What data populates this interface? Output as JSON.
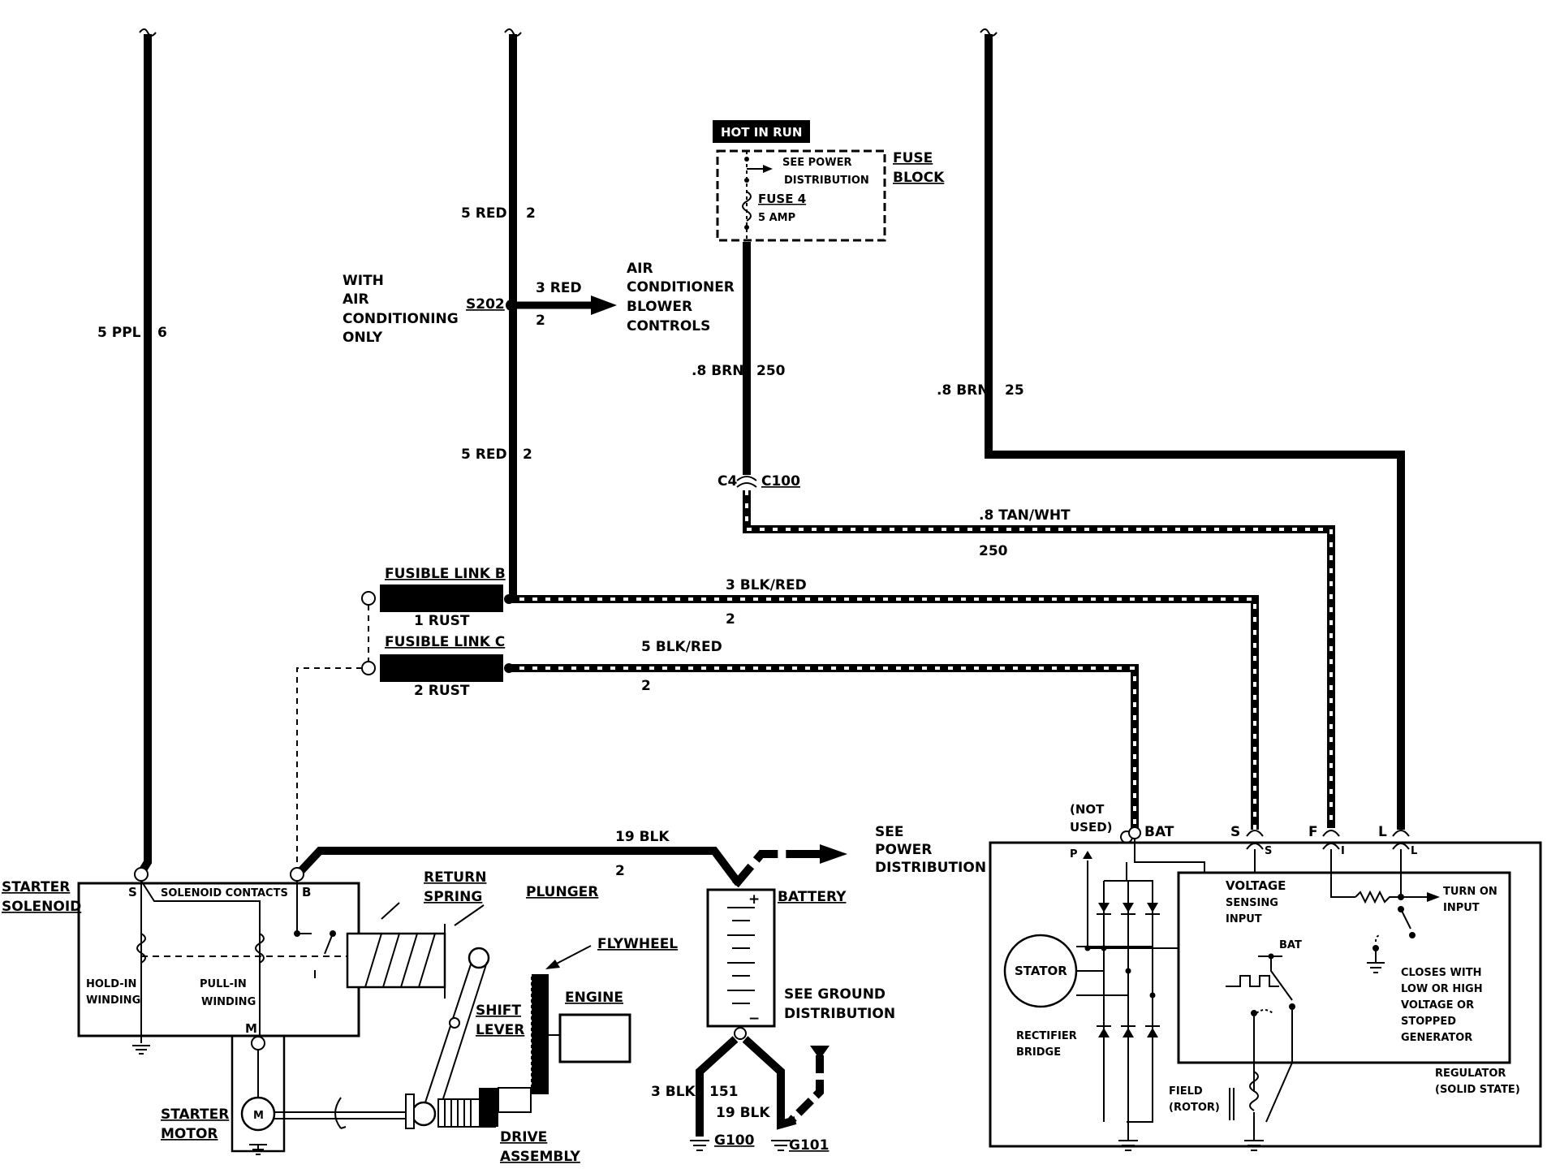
{
  "hot_in_run": "HOT IN RUN",
  "fuse_block": {
    "title_line1": "FUSE",
    "title_line2": "BLOCK",
    "see_power_line1": "SEE POWER",
    "see_power_line2": "DISTRIBUTION",
    "fuse_name": "FUSE 4",
    "fuse_rating": "5 AMP"
  },
  "wires": {
    "ppl": {
      "size": "5 PPL",
      "circuit": "6"
    },
    "red_top": {
      "size": "5 RED",
      "circuit": "2"
    },
    "red_bottom": {
      "size": "5 RED",
      "circuit": "2"
    },
    "red_branch": {
      "size": "3 RED",
      "circuit": "2"
    },
    "brn_fuse": {
      "size": ".8 BRN",
      "circuit": "250"
    },
    "brn_right": {
      "size": ".8 BRN",
      "circuit": "25"
    },
    "tan_wht": {
      "size": ".8 TAN/WHT",
      "circuit": "250"
    },
    "blk_red_3": {
      "size": "3 BLK/RED",
      "circuit": "2"
    },
    "blk_red_5": {
      "size": "5 BLK/RED",
      "circuit": "2"
    },
    "blk_19": {
      "size": "19 BLK",
      "circuit": "2"
    },
    "blk_3": {
      "size": "3 BLK",
      "circuit": "151"
    },
    "blk_19_ground": {
      "size": "19 BLK"
    }
  },
  "splice": {
    "id": "S202",
    "note_line1": "WITH",
    "note_line2": "AIR",
    "note_line3": "CONDITIONING",
    "note_line4": "ONLY"
  },
  "ac_controls": {
    "line1": "AIR",
    "line2": "CONDITIONER",
    "line3": "BLOWER",
    "line4": "CONTROLS"
  },
  "connectors": {
    "c4": "C4",
    "c100": "C100"
  },
  "fusible_links": {
    "b": {
      "name": "FUSIBLE LINK B",
      "wire": "1 RUST"
    },
    "c": {
      "name": "FUSIBLE LINK C",
      "wire": "2 RUST"
    }
  },
  "see_power_distribution": {
    "line1": "SEE",
    "line2": "POWER",
    "line3": "DISTRIBUTION"
  },
  "battery": {
    "label": "BATTERY",
    "plus": "+",
    "minus": "−"
  },
  "see_ground": {
    "line1": "SEE GROUND",
    "line2": "DISTRIBUTION"
  },
  "grounds": {
    "g100": "G100",
    "g101": "G101"
  },
  "starter": {
    "solenoid_line1": "STARTER",
    "solenoid_line2": "SOLENOID",
    "s_term": "S",
    "b_term": "B",
    "m_term": "M",
    "solenoid_contacts": "SOLENOID CONTACTS",
    "hold_in_line1": "HOLD-IN",
    "hold_in_line2": "WINDING",
    "pull_in_line1": "PULL-IN",
    "pull_in_line2": "WINDING",
    "return_line1": "RETURN",
    "return_line2": "SPRING",
    "plunger": "PLUNGER",
    "flywheel": "FLYWHEEL",
    "engine": "ENGINE",
    "shift_line1": "SHIFT",
    "shift_line2": "LEVER",
    "motor_line1": "STARTER",
    "motor_line2": "MOTOR",
    "motor_symbol": "M",
    "drive_line1": "DRIVE",
    "drive_line2": "ASSEMBLY"
  },
  "generator": {
    "not_used_line1": "(NOT",
    "not_used_line2": "USED)",
    "bat": "BAT",
    "s": "S",
    "f": "F",
    "l": "L",
    "p_inner": "P",
    "s_inner": "S",
    "i_inner": "I",
    "l_inner": "L",
    "stator": "STATOR",
    "rectifier_line1": "RECTIFIER",
    "rectifier_line2": "BRIDGE",
    "voltage_line1": "VOLTAGE",
    "voltage_line2": "SENSING",
    "voltage_line3": "INPUT",
    "bat_inner": "BAT",
    "turn_on_line1": "TURN ON",
    "turn_on_line2": "INPUT",
    "closes_line1": "CLOSES WITH",
    "closes_line2": "LOW OR HIGH",
    "closes_line3": "VOLTAGE OR",
    "closes_line4": "STOPPED",
    "closes_line5": "GENERATOR",
    "field_line1": "FIELD",
    "field_line2": "(ROTOR)",
    "regulator_line1": "REGULATOR",
    "regulator_line2": "(SOLID STATE)"
  }
}
